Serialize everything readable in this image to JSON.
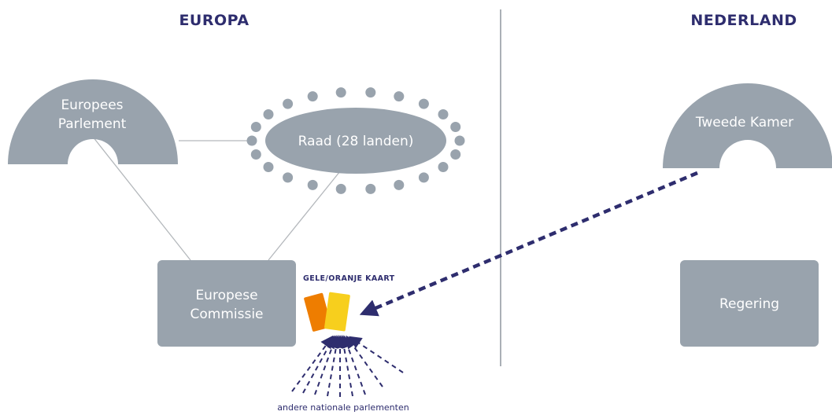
{
  "headings": {
    "left": "EUROPA",
    "right": "NEDERLAND"
  },
  "europees_parlement": {
    "line1": "Europees",
    "line2": "Parlement"
  },
  "raad": {
    "label": "Raad (28 landen)"
  },
  "europese_commissie": {
    "line1": "Europese",
    "line2": "Commissie"
  },
  "tweede_kamer": {
    "label": "Tweede Kamer"
  },
  "regering": {
    "label": "Regering"
  },
  "kaart": {
    "label": "GELE/ORANJE KAART"
  },
  "footnote": {
    "label": "andere nationale parlementen"
  },
  "icons": [
    "parliament-arc",
    "council-table",
    "yellow-card",
    "orange-card",
    "arrowhead"
  ],
  "colors": {
    "shape_fill": "#99a3ad",
    "connector": "#b4b8bc",
    "divider": "#aab0b6",
    "navy": "#2e2d6e",
    "orange_card": "#ee7d00",
    "yellow_card": "#f7cf1d"
  }
}
